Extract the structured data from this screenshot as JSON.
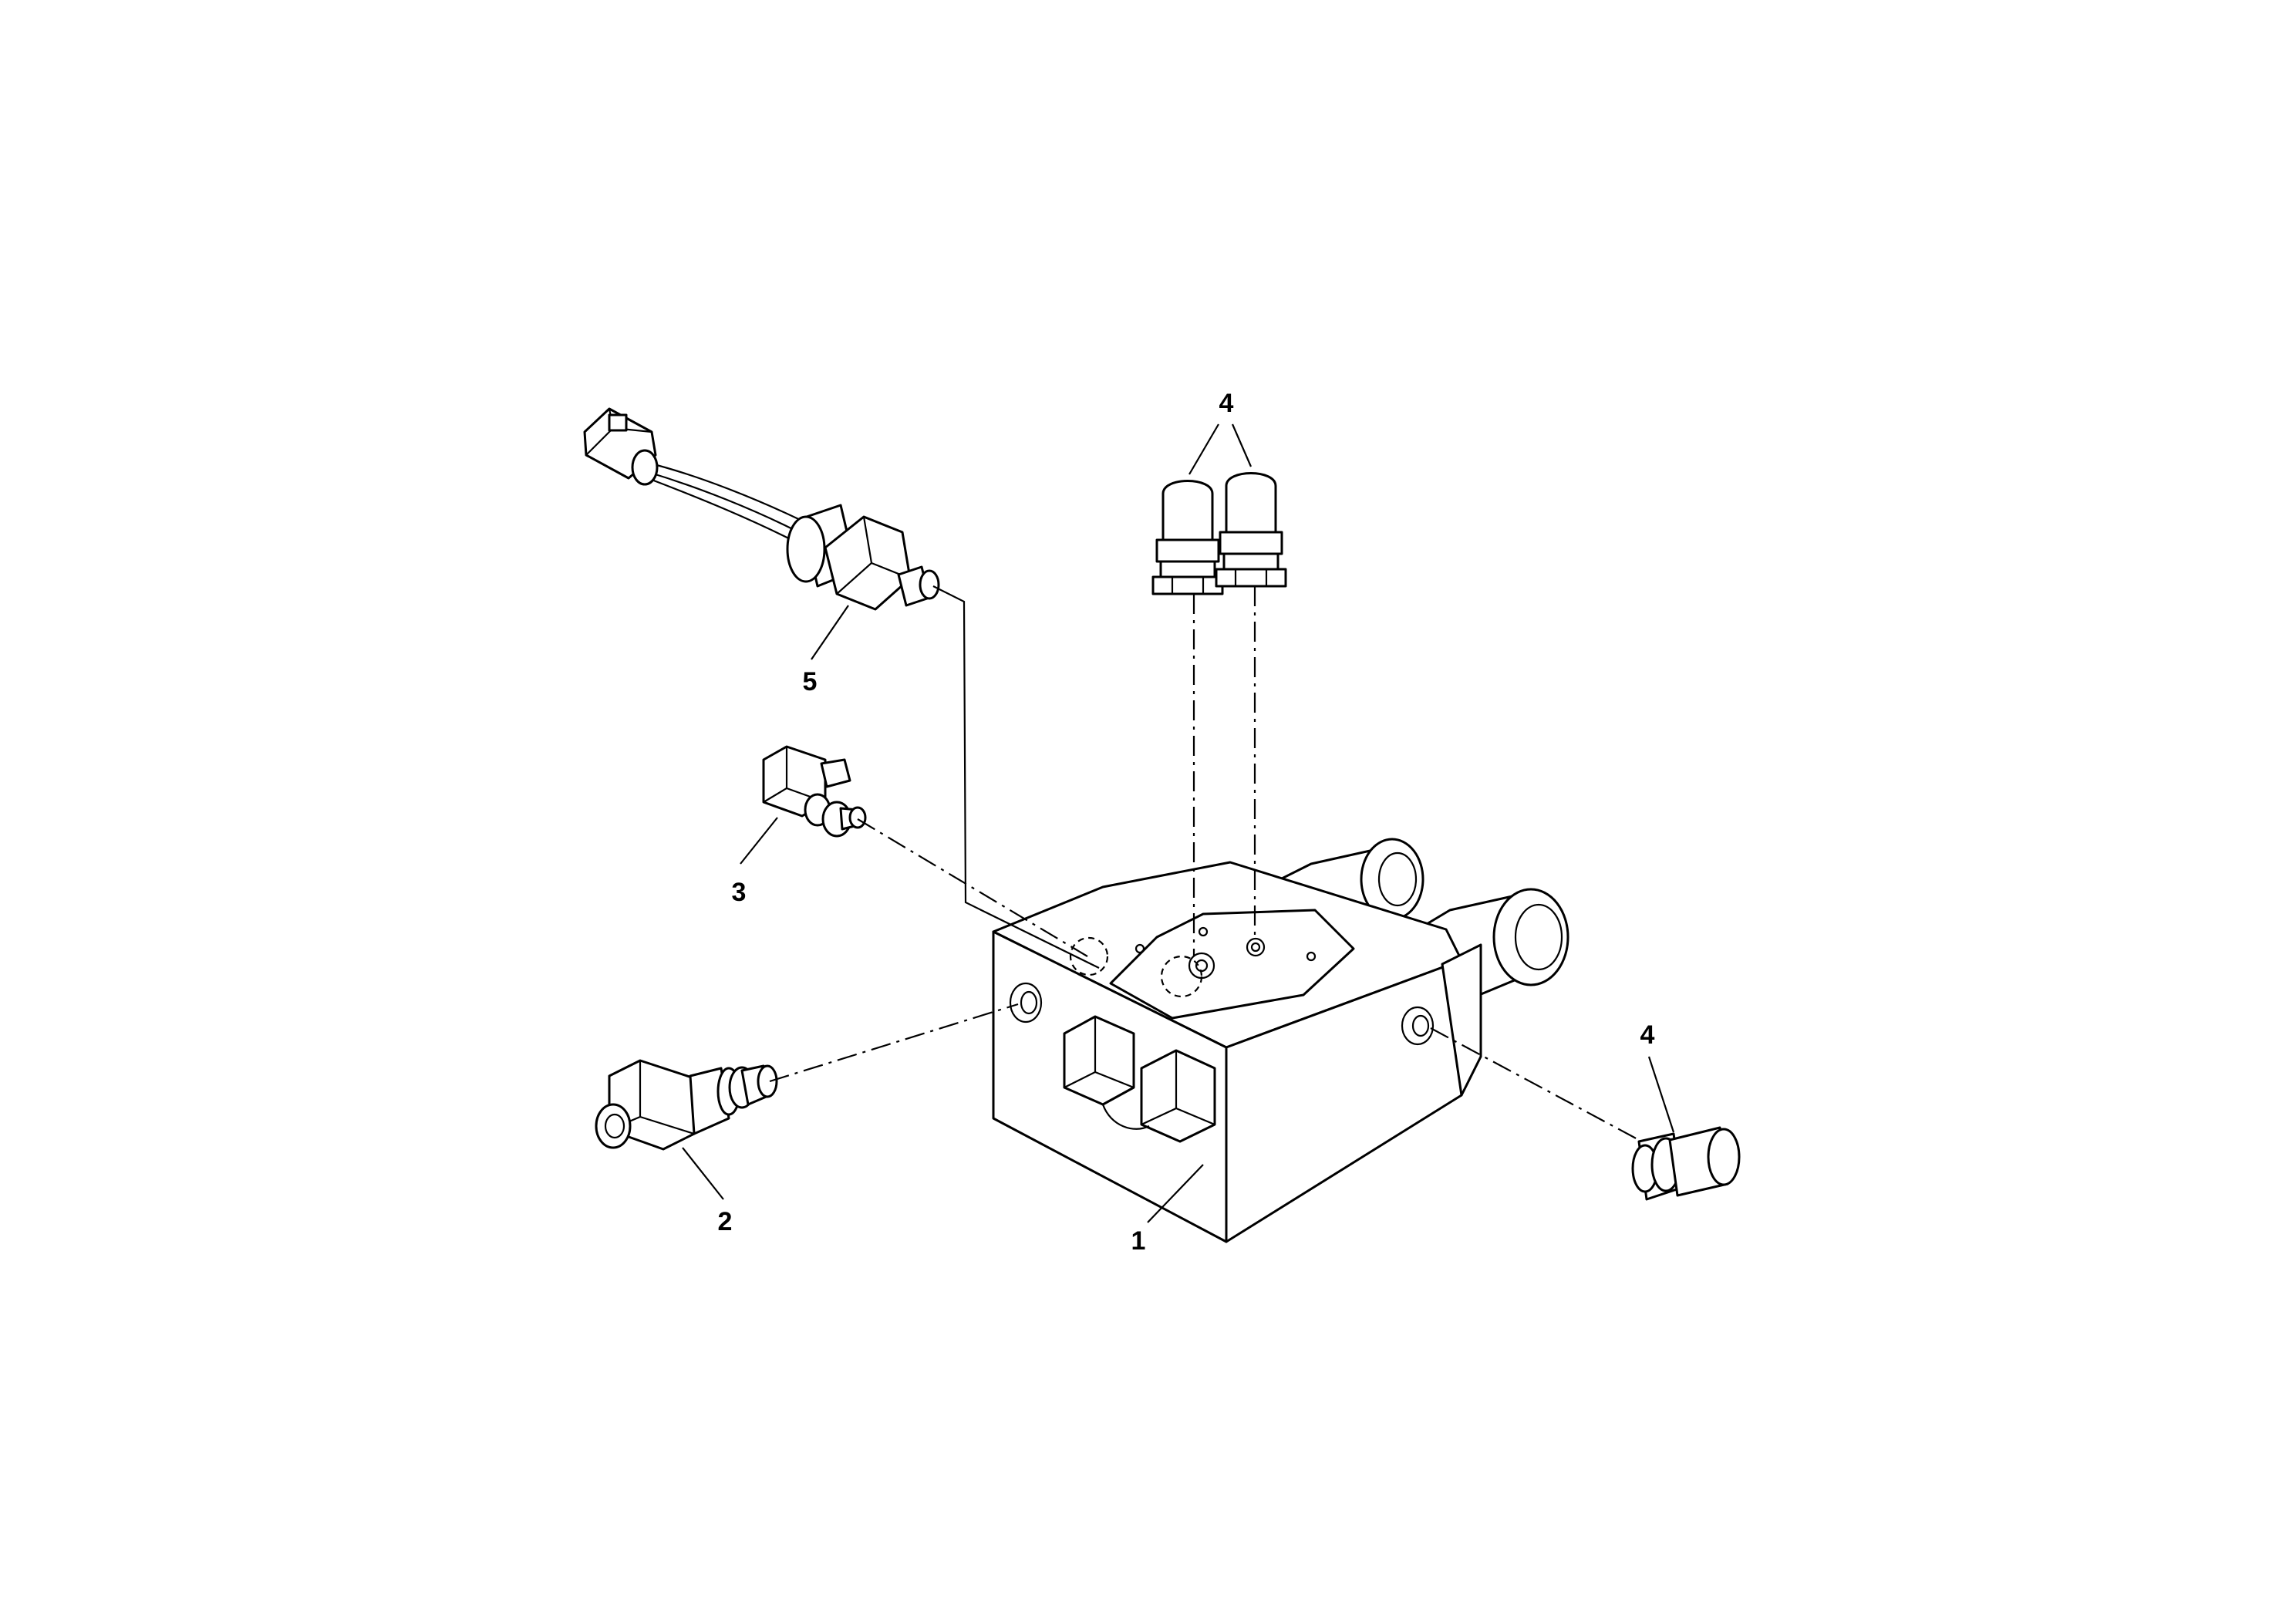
{
  "callouts": [
    {
      "id": "1",
      "text": "1"
    },
    {
      "id": "2",
      "text": "2"
    },
    {
      "id": "3",
      "text": "3"
    },
    {
      "id": "4a",
      "text": "4"
    },
    {
      "id": "4b",
      "text": "4"
    },
    {
      "id": "5",
      "text": "5"
    }
  ]
}
